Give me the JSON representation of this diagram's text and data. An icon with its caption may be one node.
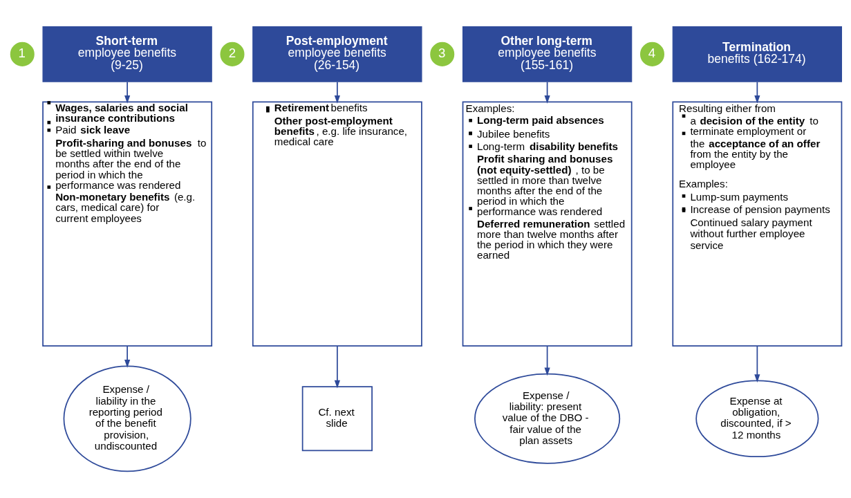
{
  "diagram": {
    "nodes": [
      {
        "text": [
          "1"
        ]
      },
      {
        "text": [
          "**Short-term** employee benefits (9-25)"
        ]
      },
      {
        "text": [
          "2"
        ]
      },
      {
        "text": [
          "**Post-employment** employee benefits (26-154)"
        ]
      },
      {
        "text": [
          "3"
        ]
      },
      {
        "text": [
          "**Other long-term** employee benefits (155-161)"
        ]
      },
      {
        "text": [
          "4"
        ]
      },
      {
        "text": [
          "**Termination** benefits (162-174)"
        ]
      },
      {
        "text": [
          "**Wages, salaries and social insurance contributions**",
          "Paid **sick leave**",
          "**Profit-sharing and bonuses** to be settled within twelve months after the end of the period in which the performance was rendered",
          "**Non-monetary benefits** (e.g. cars, medical care) for current employees"
        ]
      },
      {
        "text": [
          "**Retirement** benefits",
          "**Other post-employment benefits**, e.g. life insurance, medical care"
        ]
      },
      {
        "text": [
          "Examples:",
          "**Long-term paid absences**",
          "Jubilee benefits",
          "Long-term **disability benefits**",
          "**Profit sharing and bonuses (not equity-settled)**, to be settled in more than twelve months after the end of the period in which the performance was rendered",
          "**Deferred remuneration** settled more than twelve months after the period in which they were earned"
        ]
      },
      {
        "text": [
          "Resulting either from",
          "a **decision of the entity** to terminate employment or",
          "the **acceptance of an offer** from the entity by the employee",
          "Examples:",
          "Lump-sum payments",
          "Increase of pension payments",
          "Continued salary payment without further employee service"
        ]
      },
      {
        "text": [
          "Expense / liability in the reporting period of the benefit provision, undiscounted"
        ]
      },
      {
        "text": [
          "Cf. next slide"
        ]
      },
      {
        "text": [
          "Expense / liability: present value of the DBO - fair value of the plan assets"
        ]
      },
      {
        "text": [
          "Expense at obligation, discounted, if > 12 months"
        ]
      }
    ],
    "edges": [
      {
        "from": 1,
        "to": 8,
        "arrow": "to"
      },
      {
        "from": 3,
        "to": 9,
        "arrow": "to"
      },
      {
        "from": 5,
        "to": 10,
        "arrow": "to"
      },
      {
        "from": 7,
        "to": 11,
        "arrow": "to"
      },
      {
        "from": 8,
        "to": 12,
        "arrow": "to"
      },
      {
        "from": 9,
        "to": 13,
        "arrow": "to"
      },
      {
        "from": 10,
        "to": 14,
        "arrow": "to"
      },
      {
        "from": 11,
        "to": 15,
        "arrow": "to"
      }
    ]
  }
}
